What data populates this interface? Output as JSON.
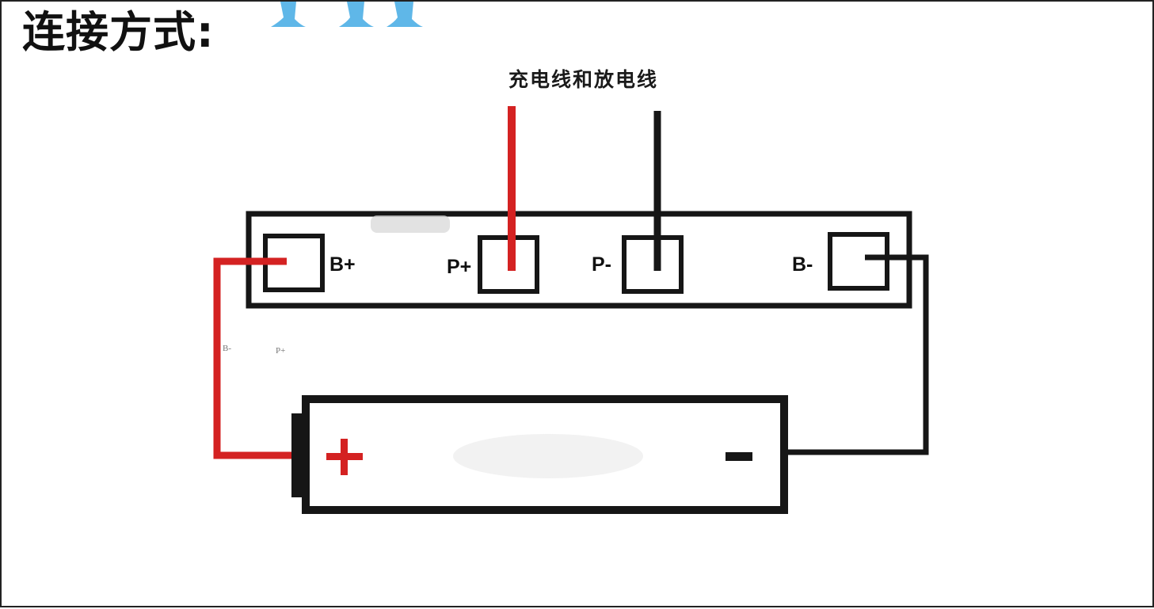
{
  "title": "连接方式:",
  "wire_caption": "充电线和放电线",
  "pads": {
    "b_plus": "B+",
    "p_plus": "P+",
    "p_minus": "P-",
    "b_minus": "B-"
  },
  "battery": {
    "positive_symbol": "+",
    "negative_symbol": "-"
  },
  "faint_labels": {
    "b_minus_small": "B-",
    "p_plus_small": "P+"
  },
  "colors": {
    "red_wire": "#d42222",
    "black_wire": "#161616",
    "outline": "#161616"
  }
}
